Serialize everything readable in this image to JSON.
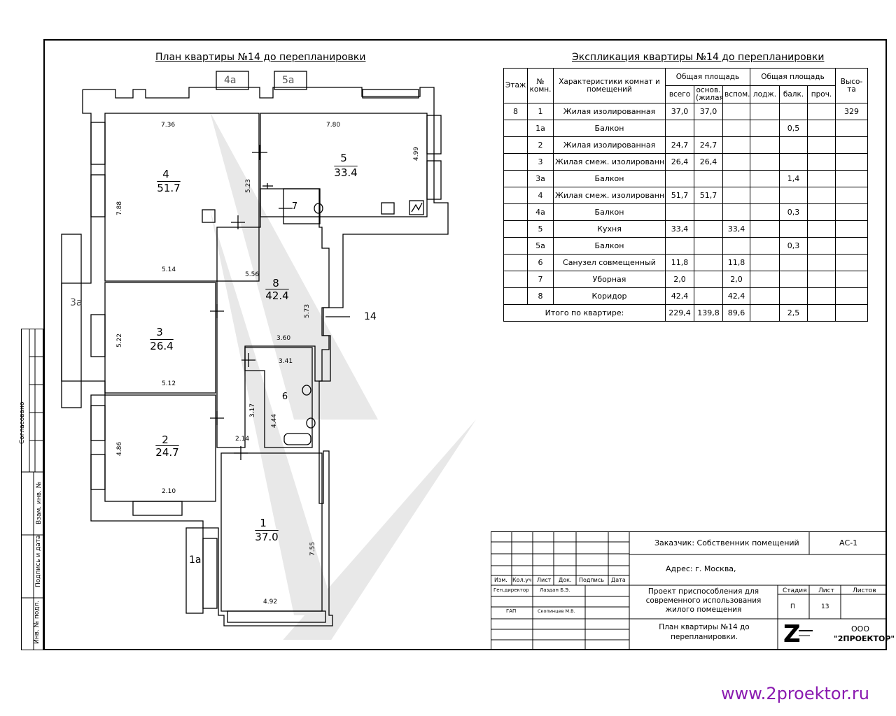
{
  "plan": {
    "title": "План квартиры №14 до перепланировки",
    "rooms": [
      {
        "num": "4",
        "area": "51.7"
      },
      {
        "num": "5",
        "area": "33.4"
      },
      {
        "num": "3",
        "area": "26.4"
      },
      {
        "num": "8",
        "area": "42.4"
      },
      {
        "num": "2",
        "area": "24.7"
      },
      {
        "num": "1",
        "area": "37.0"
      },
      {
        "num": "6",
        "area": ""
      },
      {
        "num": "7",
        "area": ""
      }
    ],
    "labels": {
      "r4a": "4а",
      "r5a": "5а",
      "r3a": "3а",
      "r1a": "1а",
      "apt": "14"
    },
    "dims": {
      "d736": "7.36",
      "d780": "7.80",
      "d499": "4.99",
      "d523": "5.23",
      "d788": "7.88",
      "d514": "5.14",
      "d556": "5.56",
      "d573": "5.73",
      "d522": "5.22",
      "d360": "3.60",
      "d341": "3.41",
      "d512": "5.12",
      "d317": "3.17",
      "d444": "4.44",
      "d214": "2.14",
      "d486": "4.86",
      "d210": "2.10",
      "d755": "7.55",
      "d492": "4.92"
    }
  },
  "explication": {
    "title": "Экспликация квартиры №14 до перепланировки",
    "headers": {
      "floor": "Этаж",
      "num": "№ комн.",
      "desc": "Характеристики комнат и помещений",
      "total_area": "Общая площадь",
      "total_area2": "Общая площадь",
      "height": "Высо- та",
      "all": "всего",
      "main": "основ. (жилая)",
      "aux": "вспом.",
      "loggia": "лодж.",
      "balc": "балк.",
      "other": "проч."
    },
    "rows": [
      {
        "floor": "8",
        "num": "1",
        "desc": "Жилая изолированная",
        "all": "37,0",
        "main": "37,0",
        "aux": "",
        "loggia": "",
        "balc": "",
        "other": "",
        "height": "329"
      },
      {
        "floor": "",
        "num": "1а",
        "desc": "Балкон",
        "all": "",
        "main": "",
        "aux": "",
        "loggia": "",
        "balc": "0,5",
        "other": "",
        "height": ""
      },
      {
        "floor": "",
        "num": "2",
        "desc": "Жилая изолированная",
        "all": "24,7",
        "main": "24,7",
        "aux": "",
        "loggia": "",
        "balc": "",
        "other": "",
        "height": ""
      },
      {
        "floor": "",
        "num": "3",
        "desc": "Жилая смеж. изолированная",
        "all": "26,4",
        "main": "26,4",
        "aux": "",
        "loggia": "",
        "balc": "",
        "other": "",
        "height": ""
      },
      {
        "floor": "",
        "num": "3а",
        "desc": "Балкон",
        "all": "",
        "main": "",
        "aux": "",
        "loggia": "",
        "balc": "1,4",
        "other": "",
        "height": ""
      },
      {
        "floor": "",
        "num": "4",
        "desc": "Жилая смеж. изолированная",
        "all": "51,7",
        "main": "51,7",
        "aux": "",
        "loggia": "",
        "balc": "",
        "other": "",
        "height": ""
      },
      {
        "floor": "",
        "num": "4а",
        "desc": "Балкон",
        "all": "",
        "main": "",
        "aux": "",
        "loggia": "",
        "balc": "0,3",
        "other": "",
        "height": ""
      },
      {
        "floor": "",
        "num": "5",
        "desc": "Кухня",
        "all": "33,4",
        "main": "",
        "aux": "33,4",
        "loggia": "",
        "balc": "",
        "other": "",
        "height": ""
      },
      {
        "floor": "",
        "num": "5а",
        "desc": "Балкон",
        "all": "",
        "main": "",
        "aux": "",
        "loggia": "",
        "balc": "0,3",
        "other": "",
        "height": ""
      },
      {
        "floor": "",
        "num": "6",
        "desc": "Санузел совмещенный",
        "all": "11,8",
        "main": "",
        "aux": "11,8",
        "loggia": "",
        "balc": "",
        "other": "",
        "height": ""
      },
      {
        "floor": "",
        "num": "7",
        "desc": "Уборная",
        "all": "2,0",
        "main": "",
        "aux": "2,0",
        "loggia": "",
        "balc": "",
        "other": "",
        "height": ""
      },
      {
        "floor": "",
        "num": "8",
        "desc": "Коридор",
        "all": "42,4",
        "main": "",
        "aux": "42,4",
        "loggia": "",
        "balc": "",
        "other": "",
        "height": ""
      }
    ],
    "total": {
      "label": "Итого по квартире:",
      "all": "229,4",
      "main": "139,8",
      "aux": "89,6",
      "loggia": "",
      "balc": "2,5",
      "other": ""
    }
  },
  "titleblock": {
    "customer": "Заказчик: Собственник помещений",
    "code": "АС-1",
    "address": "Адрес: г. Москва,",
    "cols": [
      "Изм.",
      "Кол.уч",
      "Лист",
      "Док.",
      "Подпись",
      "Дата"
    ],
    "role1": "Ген.директор",
    "name1": "Лаздан Б.Э.",
    "role2": "ГАП",
    "name2": "Скопинцев М.В.",
    "project": "Проект приспособления для современного использования жилого помещения",
    "stage_h": "Стадия",
    "sheet_h": "Лист",
    "sheets_h": "Листов",
    "stage": "П",
    "sheet": "13",
    "sheet_title": "План квартиры №14 до перепланировки.",
    "org1": "ООО",
    "org2": "\"2ПРОЕКТОР\"",
    "logo": "Z"
  },
  "side": {
    "agreed": "Согласовано",
    "inv_ref": "Взам. инв. №",
    "sign_date": "Подпись и дата",
    "inv_orig": "Инв. № подл."
  },
  "website": "www.2proektor.ru"
}
